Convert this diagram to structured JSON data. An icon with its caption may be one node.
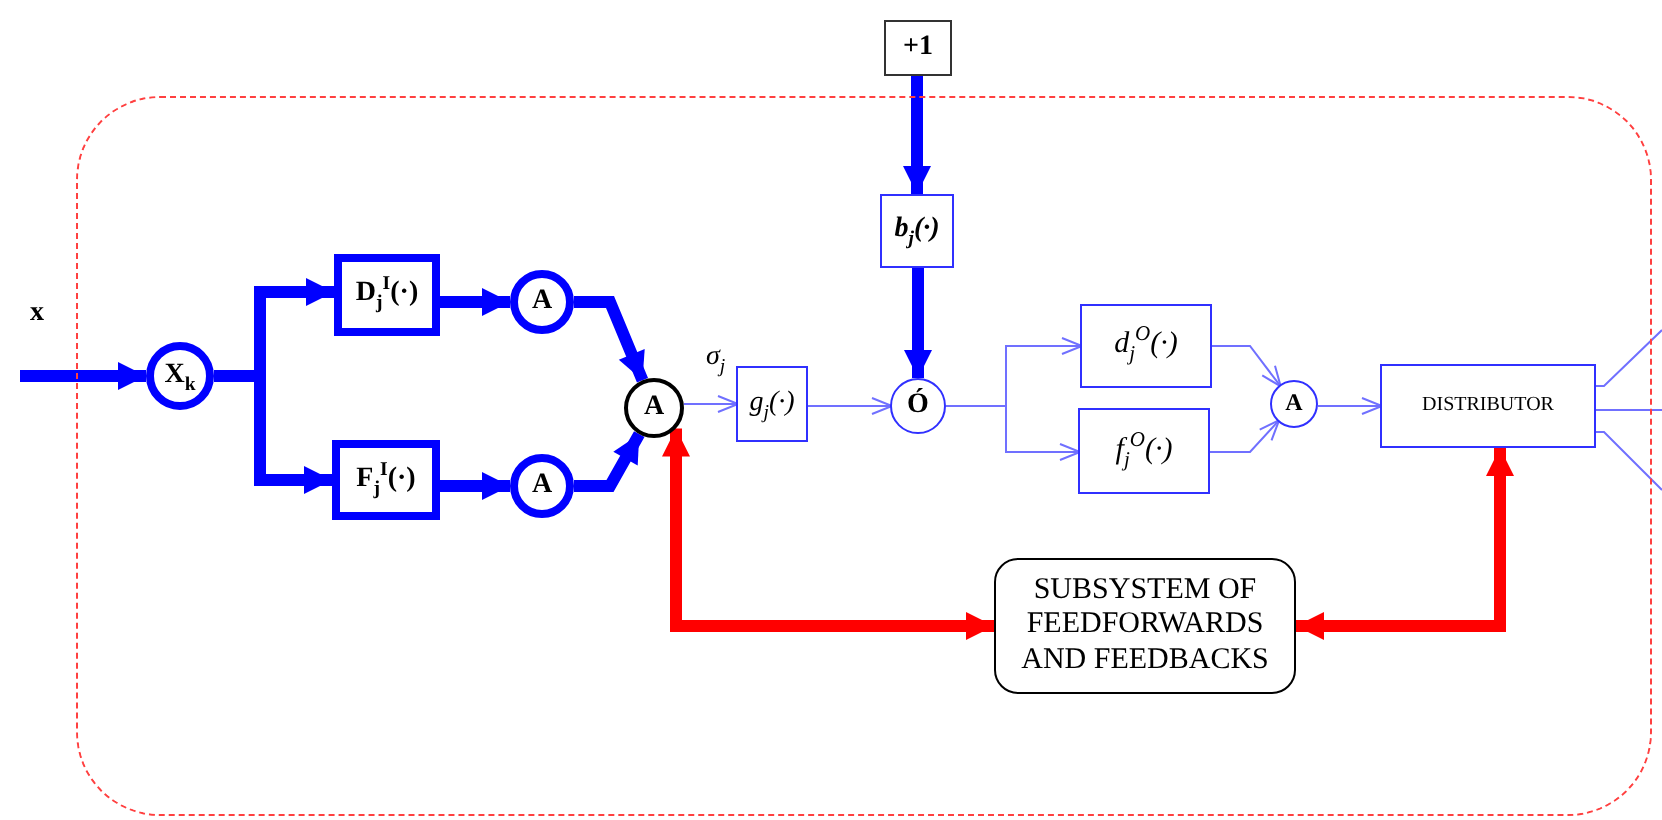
{
  "diagram": {
    "nodes": [
      {
        "text": [],
        "shape": "box"
      },
      {
        "text": [
          "+1"
        ]
      },
      {
        "text": [
          "X$_{k}$"
        ],
        "in": 0
      },
      {
        "text": [
          "D$_{j}$$^{I}$(·)"
        ],
        "in": 0
      },
      {
        "text": [
          "F$_{j}$$^{I}$(·)"
        ],
        "in": 0
      },
      {
        "text": [
          "A"
        ],
        "in": 0
      },
      {
        "text": [
          "A"
        ],
        "in": 0
      },
      {
        "text": [
          "A"
        ],
        "in": 0
      },
      {
        "text": [
          "g$_{j}$(·)"
        ],
        "in": 0
      },
      {
        "text": [
          "b$_{j}$(·)"
        ],
        "in": 0
      },
      {
        "text": [
          "Ó"
        ],
        "in": 0
      },
      {
        "text": [
          "d$_{j}$$^{O}$(·)"
        ],
        "in": 0
      },
      {
        "text": [
          "f$_{j}$$^{O}$(·)"
        ],
        "in": 0
      },
      {
        "text": [
          "A"
        ],
        "in": 0
      },
      {
        "text": [
          "DISTRIBUTOR"
        ],
        "in": 0
      },
      {
        "text": [
          "SUBSYSTEM OF FEEDFORWARDS AND FEEDBACKS"
        ],
        "in": 0
      }
    ],
    "edges": [
      {
        "from": null,
        "to": 2,
        "arrow": "to",
        "label": "x",
        "color": "#0000ff"
      },
      {
        "from": 2,
        "to": 3,
        "arrow": "to",
        "color": "#0000ff"
      },
      {
        "from": 2,
        "to": 4,
        "arrow": "to",
        "color": "#0000ff"
      },
      {
        "from": 3,
        "to": 5,
        "arrow": "to",
        "color": "#0000ff"
      },
      {
        "from": 4,
        "to": 6,
        "arrow": "to",
        "color": "#0000ff"
      },
      {
        "from": 5,
        "to": 7,
        "arrow": "to",
        "color": "#0000ff"
      },
      {
        "from": 6,
        "to": 7,
        "arrow": "to",
        "color": "#0000ff"
      },
      {
        "from": 7,
        "to": 8,
        "arrow": "to",
        "label": "σ$_{j}$",
        "color": "#7070ff"
      },
      {
        "from": 8,
        "to": 10,
        "arrow": "to",
        "color": "#7070ff"
      },
      {
        "from": 1,
        "to": 9,
        "arrow": "to",
        "color": "#0000ff"
      },
      {
        "from": 9,
        "to": 10,
        "arrow": "to",
        "color": "#0000ff"
      },
      {
        "from": 10,
        "to": 11,
        "arrow": "to",
        "color": "#7070ff"
      },
      {
        "from": 10,
        "to": 12,
        "arrow": "to",
        "color": "#7070ff"
      },
      {
        "from": 11,
        "to": 13,
        "arrow": "to",
        "color": "#7070ff"
      },
      {
        "from": 12,
        "to": 13,
        "arrow": "to",
        "color": "#7070ff"
      },
      {
        "from": 13,
        "to": 14,
        "arrow": "to",
        "color": "#7070ff"
      },
      {
        "from": 14,
        "to": null,
        "arrow": "none",
        "color": "#7070ff"
      },
      {
        "from": 14,
        "to": null,
        "arrow": "none",
        "color": "#7070ff"
      },
      {
        "from": 14,
        "to": null,
        "arrow": "none",
        "color": "#7070ff"
      },
      {
        "from": 15,
        "to": 7,
        "arrow": "both",
        "color": "#ff0000"
      },
      {
        "from": 15,
        "to": 14,
        "arrow": "both",
        "color": "#ff0000"
      }
    ]
  }
}
